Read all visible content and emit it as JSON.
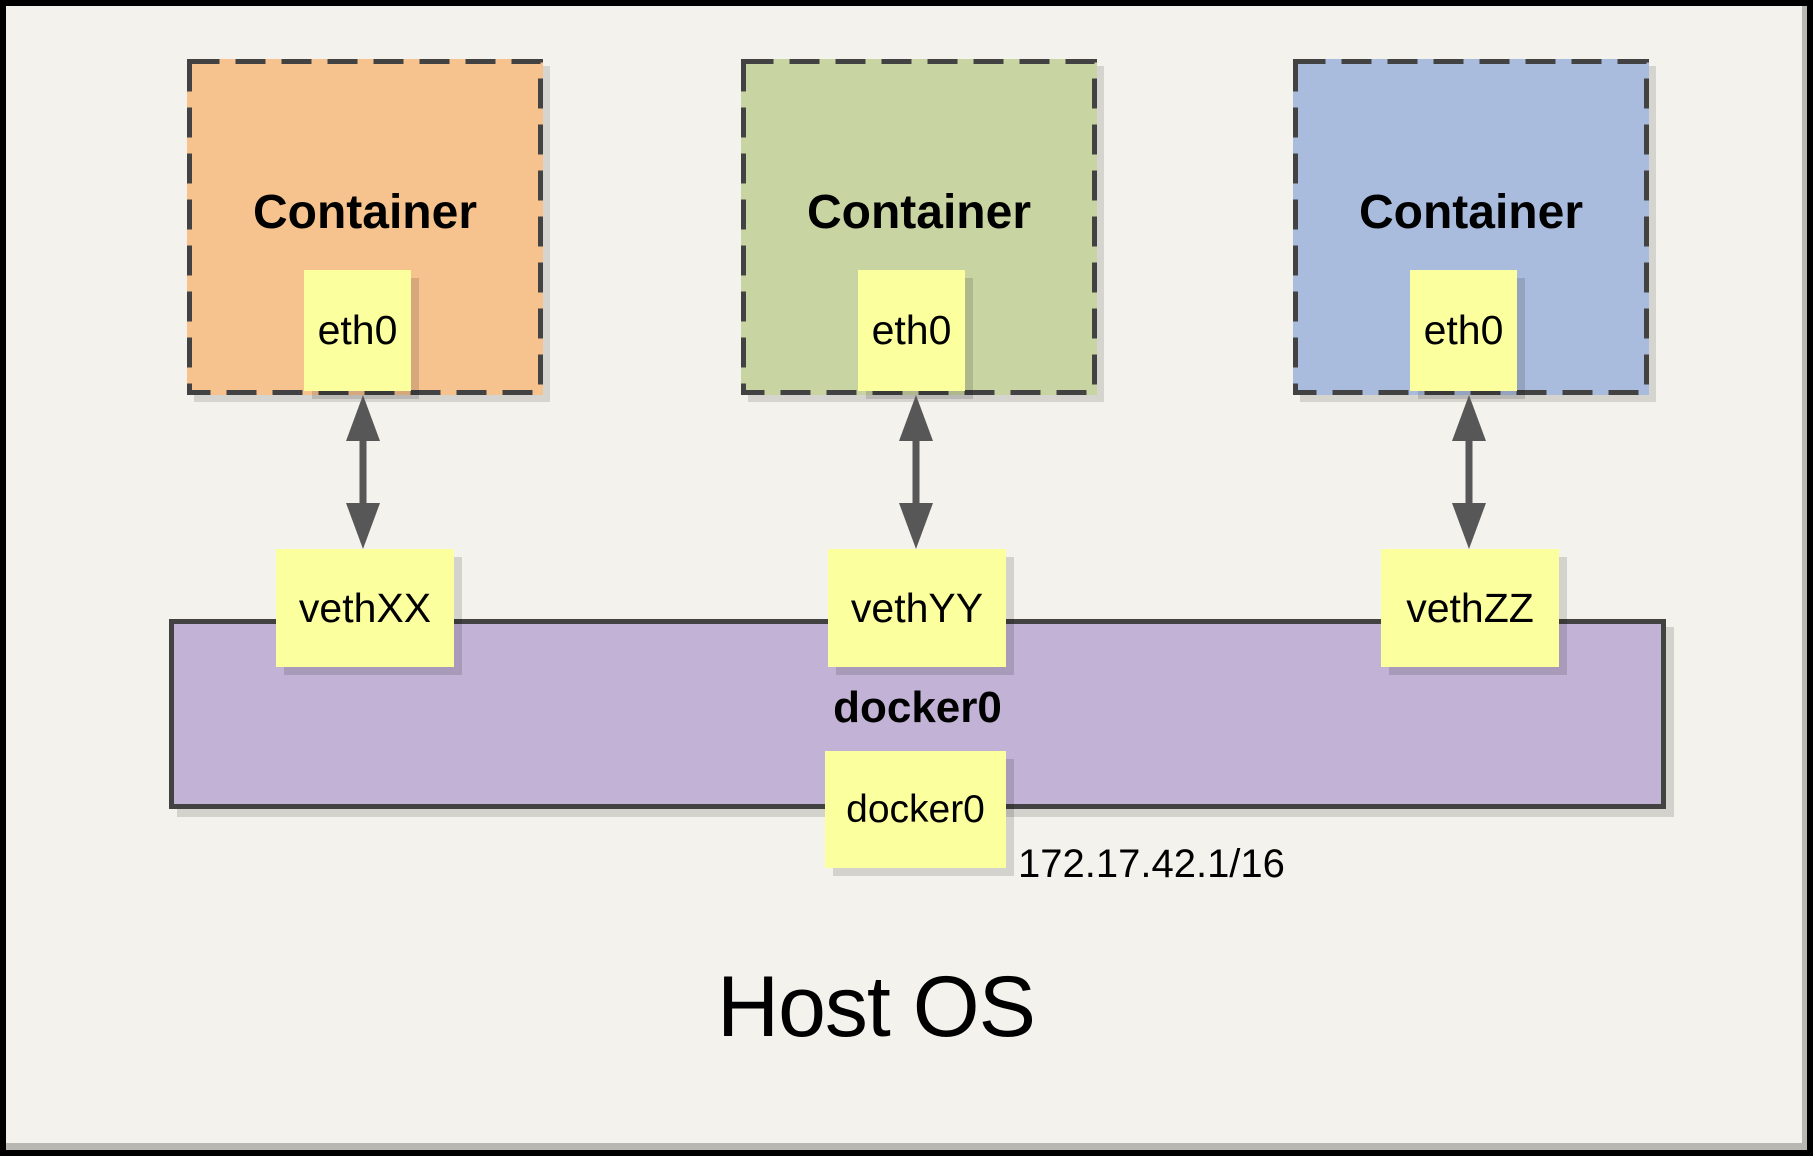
{
  "diagram": {
    "containers": [
      {
        "label": "Container",
        "interface": "eth0",
        "veth": "vethXX",
        "fill": "#F6C28E"
      },
      {
        "label": "Container",
        "interface": "eth0",
        "veth": "vethYY",
        "fill": "#C9D4A3"
      },
      {
        "label": "Container",
        "interface": "eth0",
        "veth": "vethZZ",
        "fill": "#A9BCDD"
      }
    ],
    "bridge": {
      "name": "docker0",
      "interface": "docker0",
      "ip_cidr": "172.17.42.1/16",
      "fill": "#C2B3D6"
    },
    "host": {
      "label": "Host OS"
    },
    "colors": {
      "background": "#F4F2EC",
      "note_yellow": "#FCFF9E",
      "dashed_border": "#424242",
      "arrow": "#575757",
      "frame": "#000000"
    }
  }
}
